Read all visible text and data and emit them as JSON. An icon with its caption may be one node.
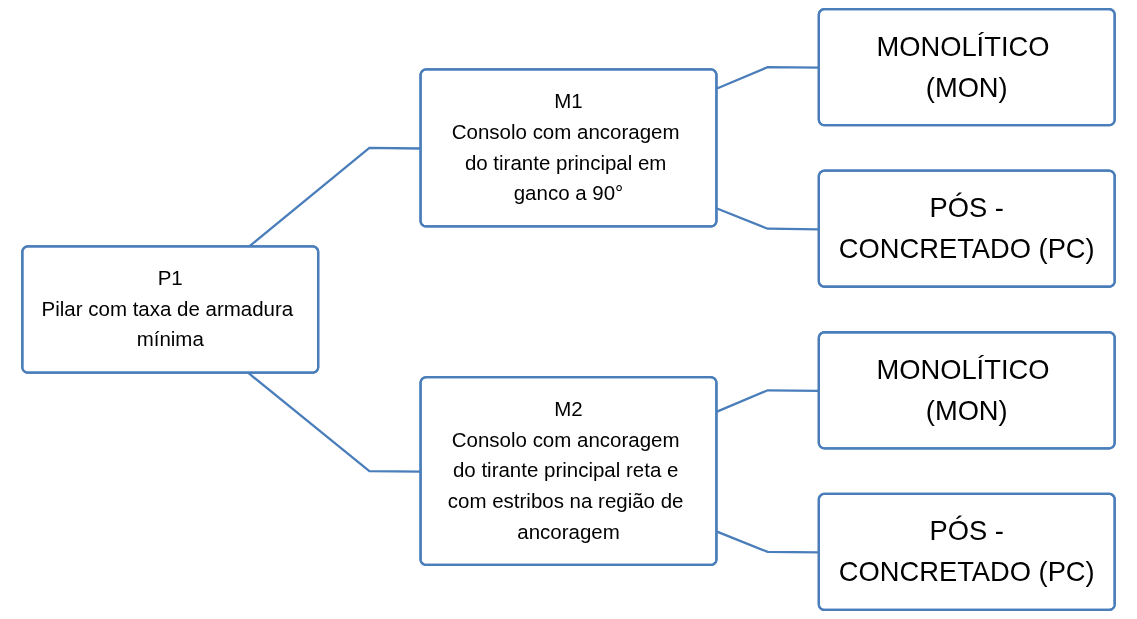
{
  "diagram": {
    "nodes": [
      {
        "text": [
          "P1",
          "Pilar com taxa de armadura mínima"
        ]
      },
      {
        "text": [
          "M1",
          "Consolo com ancoragem do tirante principal em ganco a 90°"
        ]
      },
      {
        "text": [
          "MONOLÍTICO (MON)"
        ]
      },
      {
        "text": [
          "PÓS -CONCRETADO (PC)"
        ]
      },
      {
        "text": [
          "M2",
          "Consolo com ancoragem do tirante principal reta e com estribos na região de ancoragem"
        ]
      },
      {
        "text": [
          "MONOLÍTICO (MON)"
        ]
      },
      {
        "text": [
          "PÓS -CONCRETADO (PC)"
        ]
      }
    ],
    "edges": [
      {
        "from": 0,
        "to": 1,
        "arrow": "none"
      },
      {
        "from": 0,
        "to": 4,
        "arrow": "none"
      },
      {
        "from": 1,
        "to": 2,
        "arrow": "none"
      },
      {
        "from": 1,
        "to": 3,
        "arrow": "none"
      },
      {
        "from": 4,
        "to": 5,
        "arrow": "none"
      },
      {
        "from": 4,
        "to": 6,
        "arrow": "none"
      }
    ]
  }
}
